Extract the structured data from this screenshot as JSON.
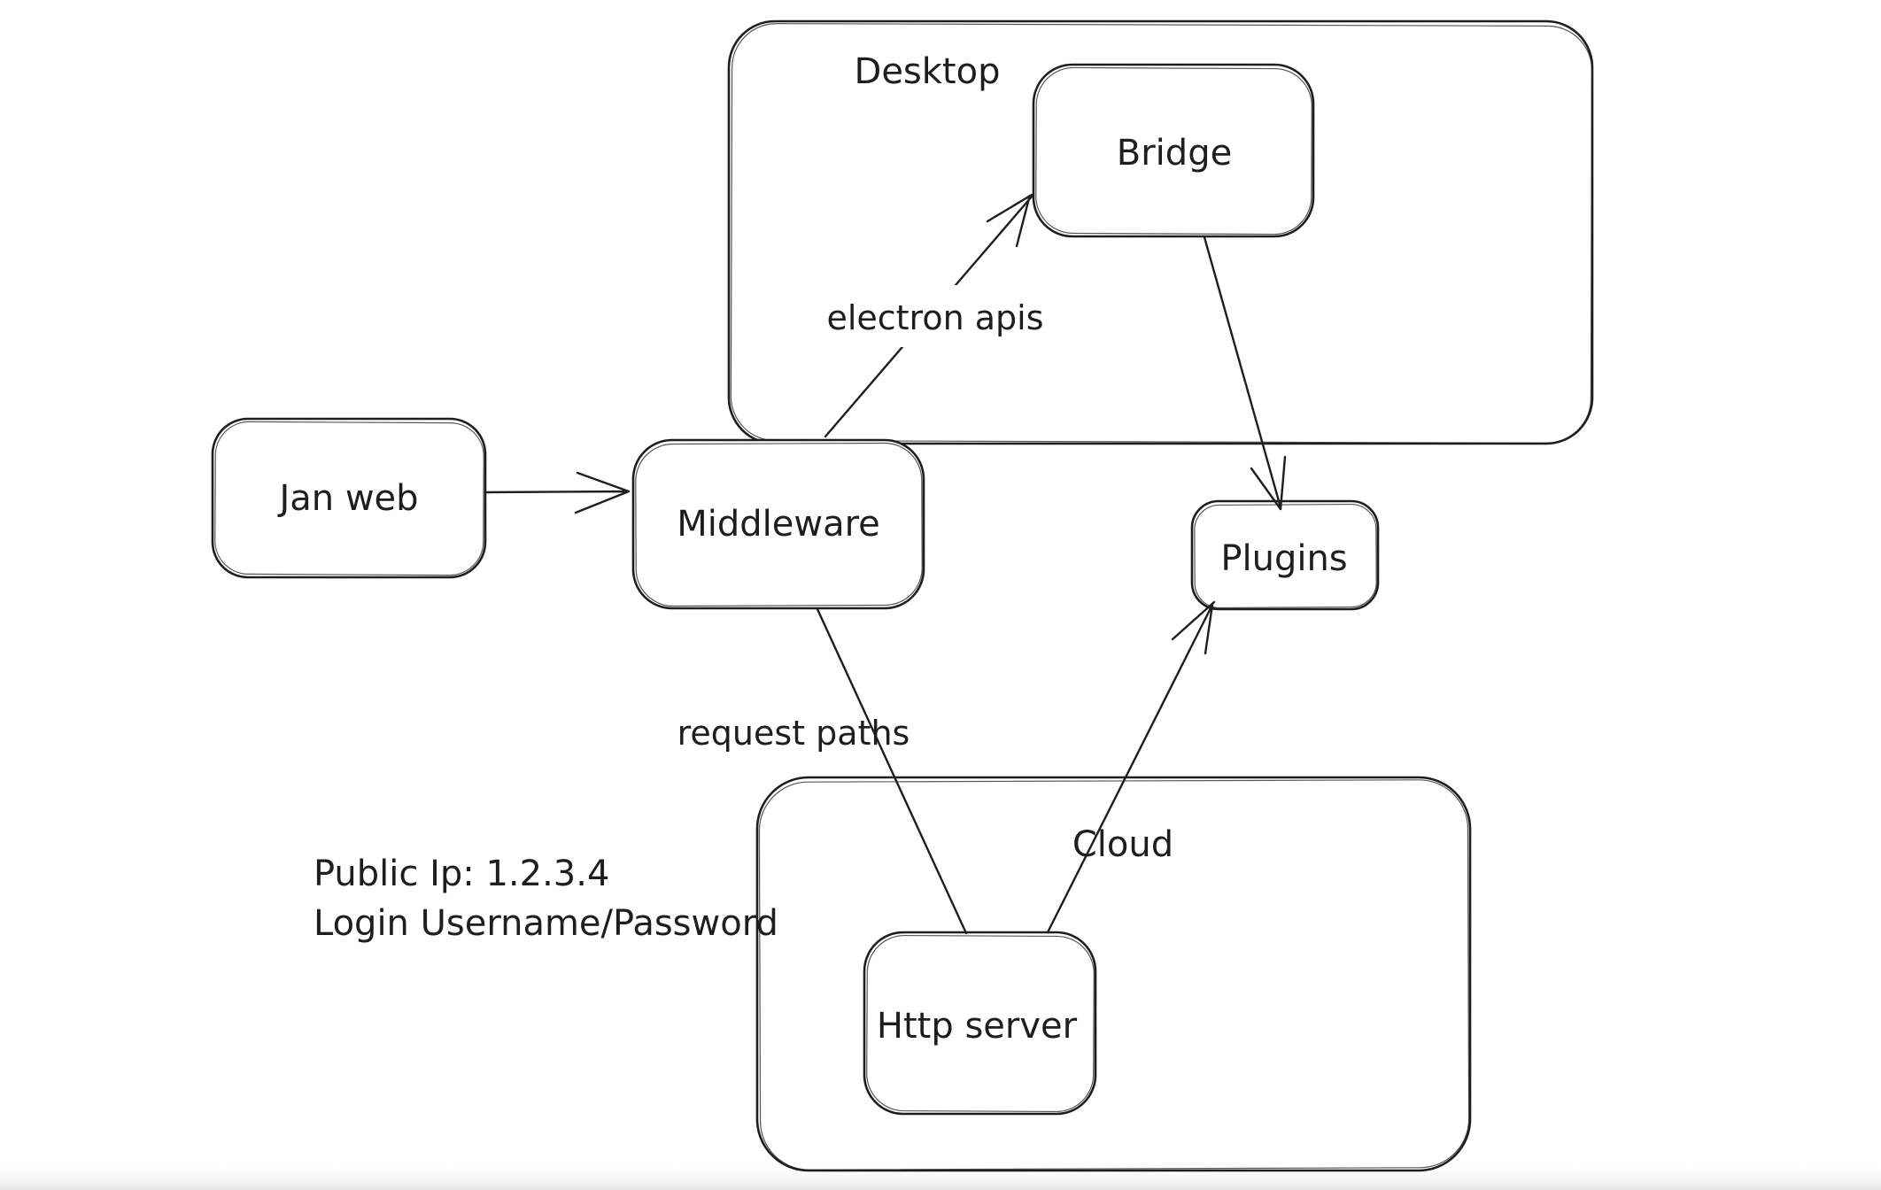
{
  "canvas": {
    "background": "#ffffff",
    "ink": "#1e1e1e",
    "bottom_edge_shade": "#ececec"
  },
  "containers": [
    {
      "id": "desktop",
      "label": "Desktop"
    },
    {
      "id": "cloud",
      "label": "Cloud"
    }
  ],
  "nodes": [
    {
      "id": "jan-web",
      "label": "Jan web"
    },
    {
      "id": "middleware",
      "label": "Middleware"
    },
    {
      "id": "bridge",
      "label": "Bridge"
    },
    {
      "id": "plugins",
      "label": "Plugins"
    },
    {
      "id": "http-server",
      "label": "Http server"
    }
  ],
  "edges": [
    {
      "from": "jan-web",
      "to": "middleware",
      "label": ""
    },
    {
      "from": "middleware",
      "to": "bridge",
      "label": "electron apis"
    },
    {
      "from": "bridge",
      "to": "plugins",
      "label": ""
    },
    {
      "from": "middleware",
      "to": "http-server",
      "label": "request paths"
    },
    {
      "from": "http-server",
      "to": "plugins",
      "label": ""
    }
  ],
  "annotation": {
    "line1": "Public Ip: 1.2.3.4",
    "line2": "Login Username/Password"
  }
}
